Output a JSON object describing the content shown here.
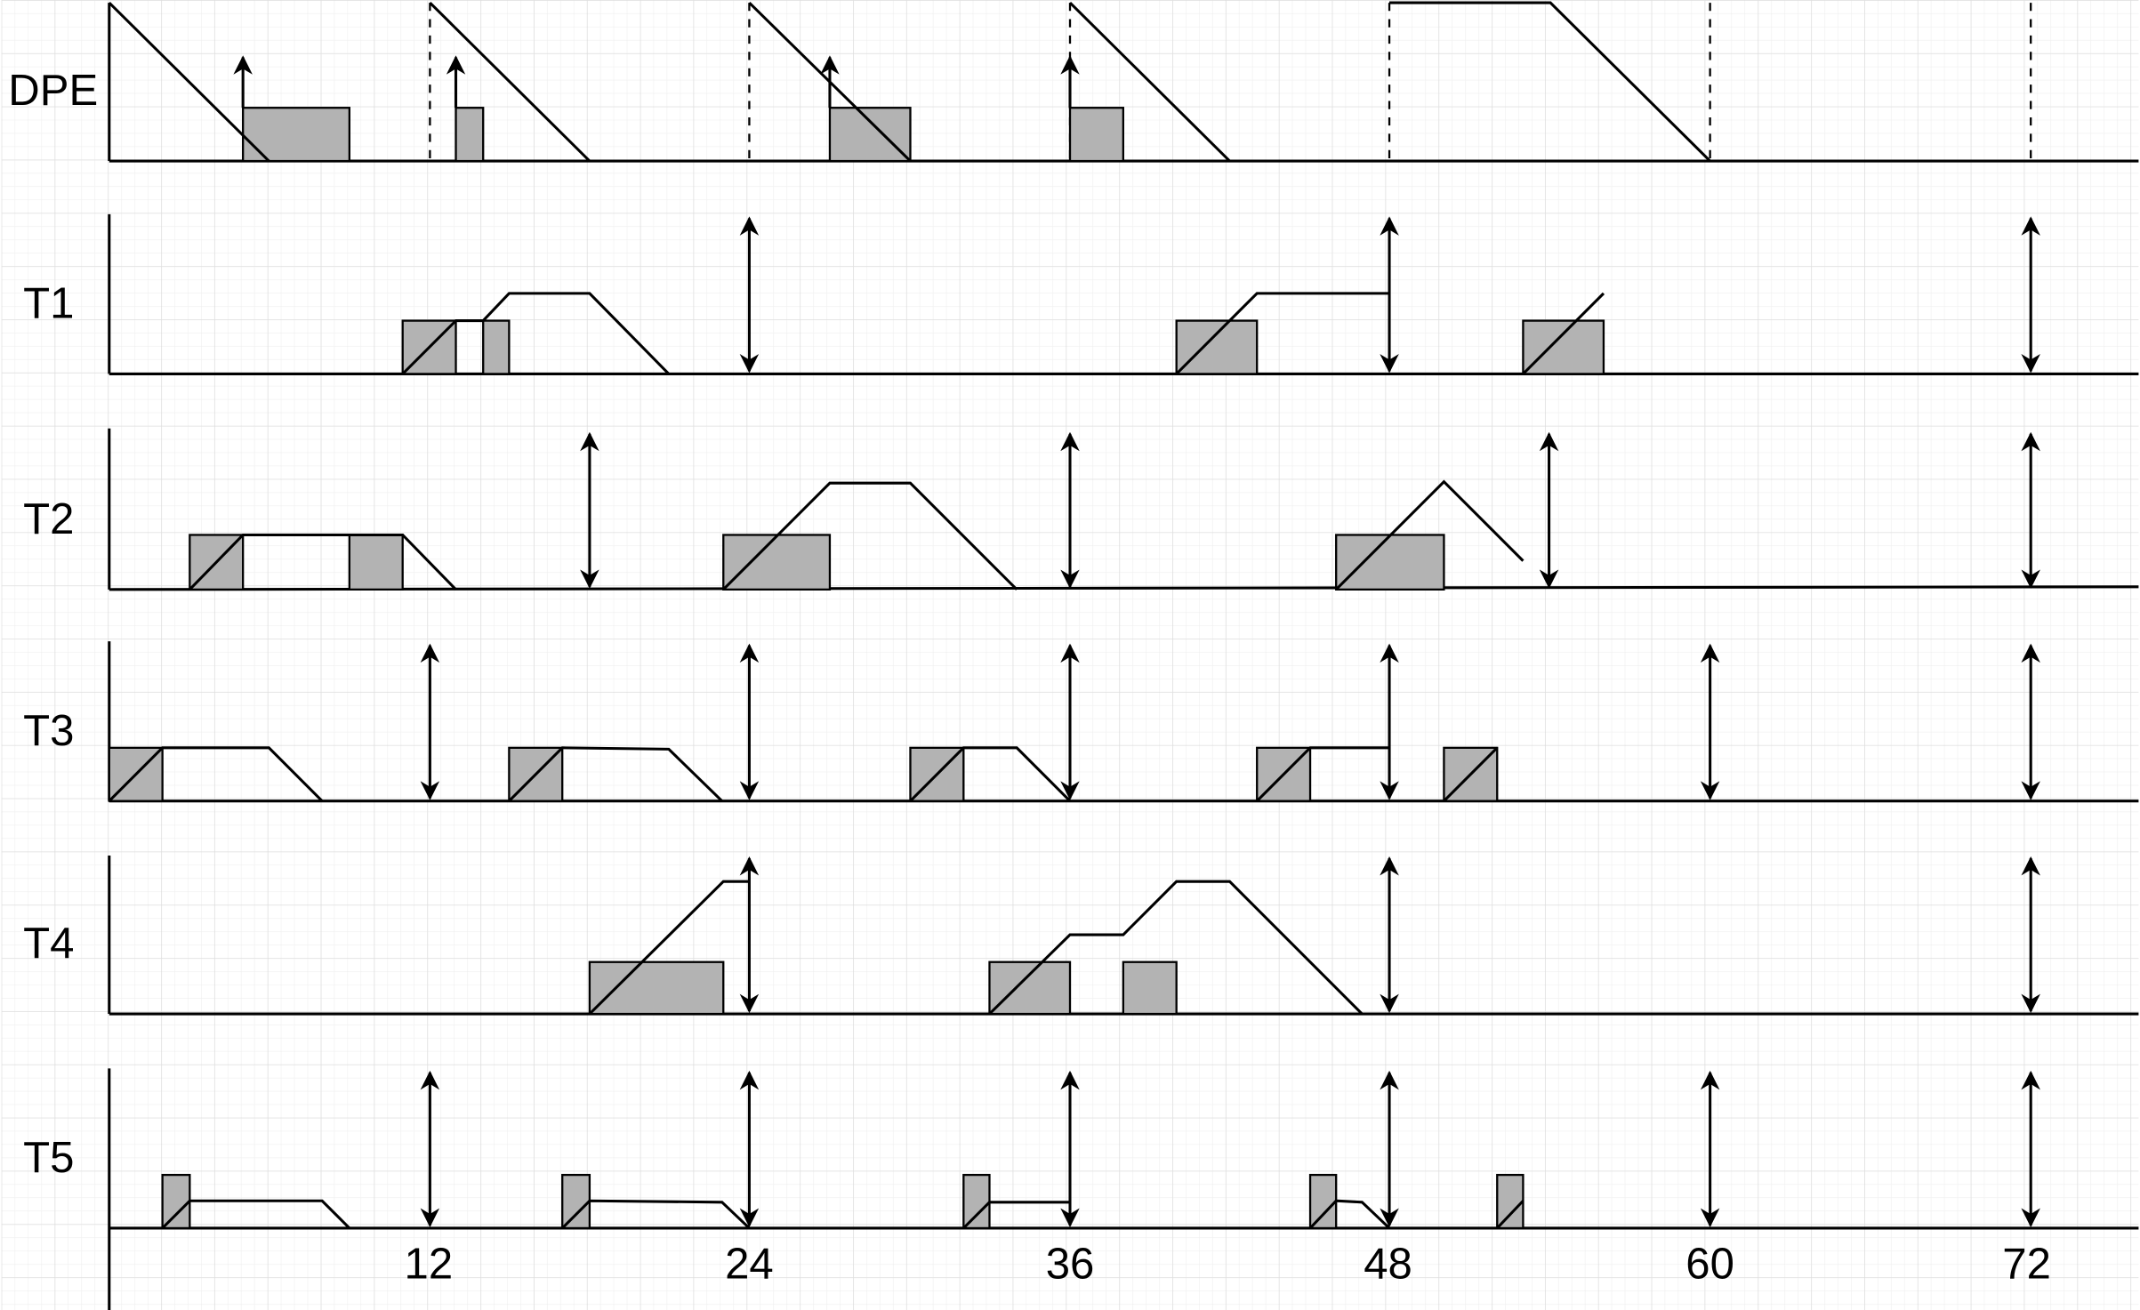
{
  "rows": [
    {
      "label": "DPE"
    },
    {
      "label": "T1"
    },
    {
      "label": "T2"
    },
    {
      "label": "T3"
    },
    {
      "label": "T4"
    },
    {
      "label": "T5"
    }
  ],
  "x_ticks": [
    "12",
    "24",
    "36",
    "48",
    "60",
    "72"
  ],
  "colors": {
    "grid": "#e3e3e3",
    "line": "#000000",
    "job_fill": "#b3b3b3"
  }
}
